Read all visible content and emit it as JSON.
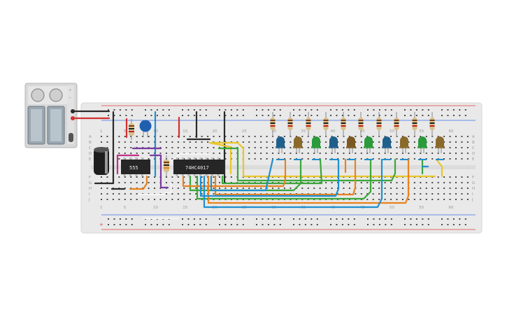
{
  "breadboard": {
    "row_letters_top": [
      "A",
      "B",
      "C",
      "D",
      "E"
    ],
    "row_letters_bottom": [
      "F",
      "G",
      "H",
      "I",
      "J"
    ],
    "column_numbers": [
      "1",
      "5",
      "10",
      "15",
      "20",
      "25",
      "30",
      "35",
      "40",
      "45",
      "50",
      "55",
      "60"
    ],
    "rail_plus": "+",
    "rail_minus": "−",
    "colors": {
      "board": "#e9e9e9",
      "hole": "#4a4a4a",
      "rail_red": "#e53b3b",
      "rail_blue": "#3b6fe5"
    }
  },
  "chips": {
    "timer_label": "555",
    "counter_label": "74HC4017"
  },
  "battery": {
    "plus_symbol": "+",
    "minus_symbol": "−"
  },
  "leds": {
    "count": 10,
    "colors": [
      "#1f5f8b",
      "#8a6a2a",
      "#2a9a3a",
      "#1f5f8b",
      "#7a5a20",
      "#2a9a3a",
      "#1f5f8b",
      "#8a6a2a",
      "#2a9a3a",
      "#8a6a2a"
    ]
  },
  "wire_colors": {
    "red": "#d43030",
    "black": "#2a2a2a",
    "blue": "#1f8fd0",
    "orange": "#e8821e",
    "yellow": "#e9c62a",
    "green": "#3aa63a",
    "magenta": "#c0308a",
    "purple": "#7a3aa0",
    "white": "#f4f4f4"
  }
}
